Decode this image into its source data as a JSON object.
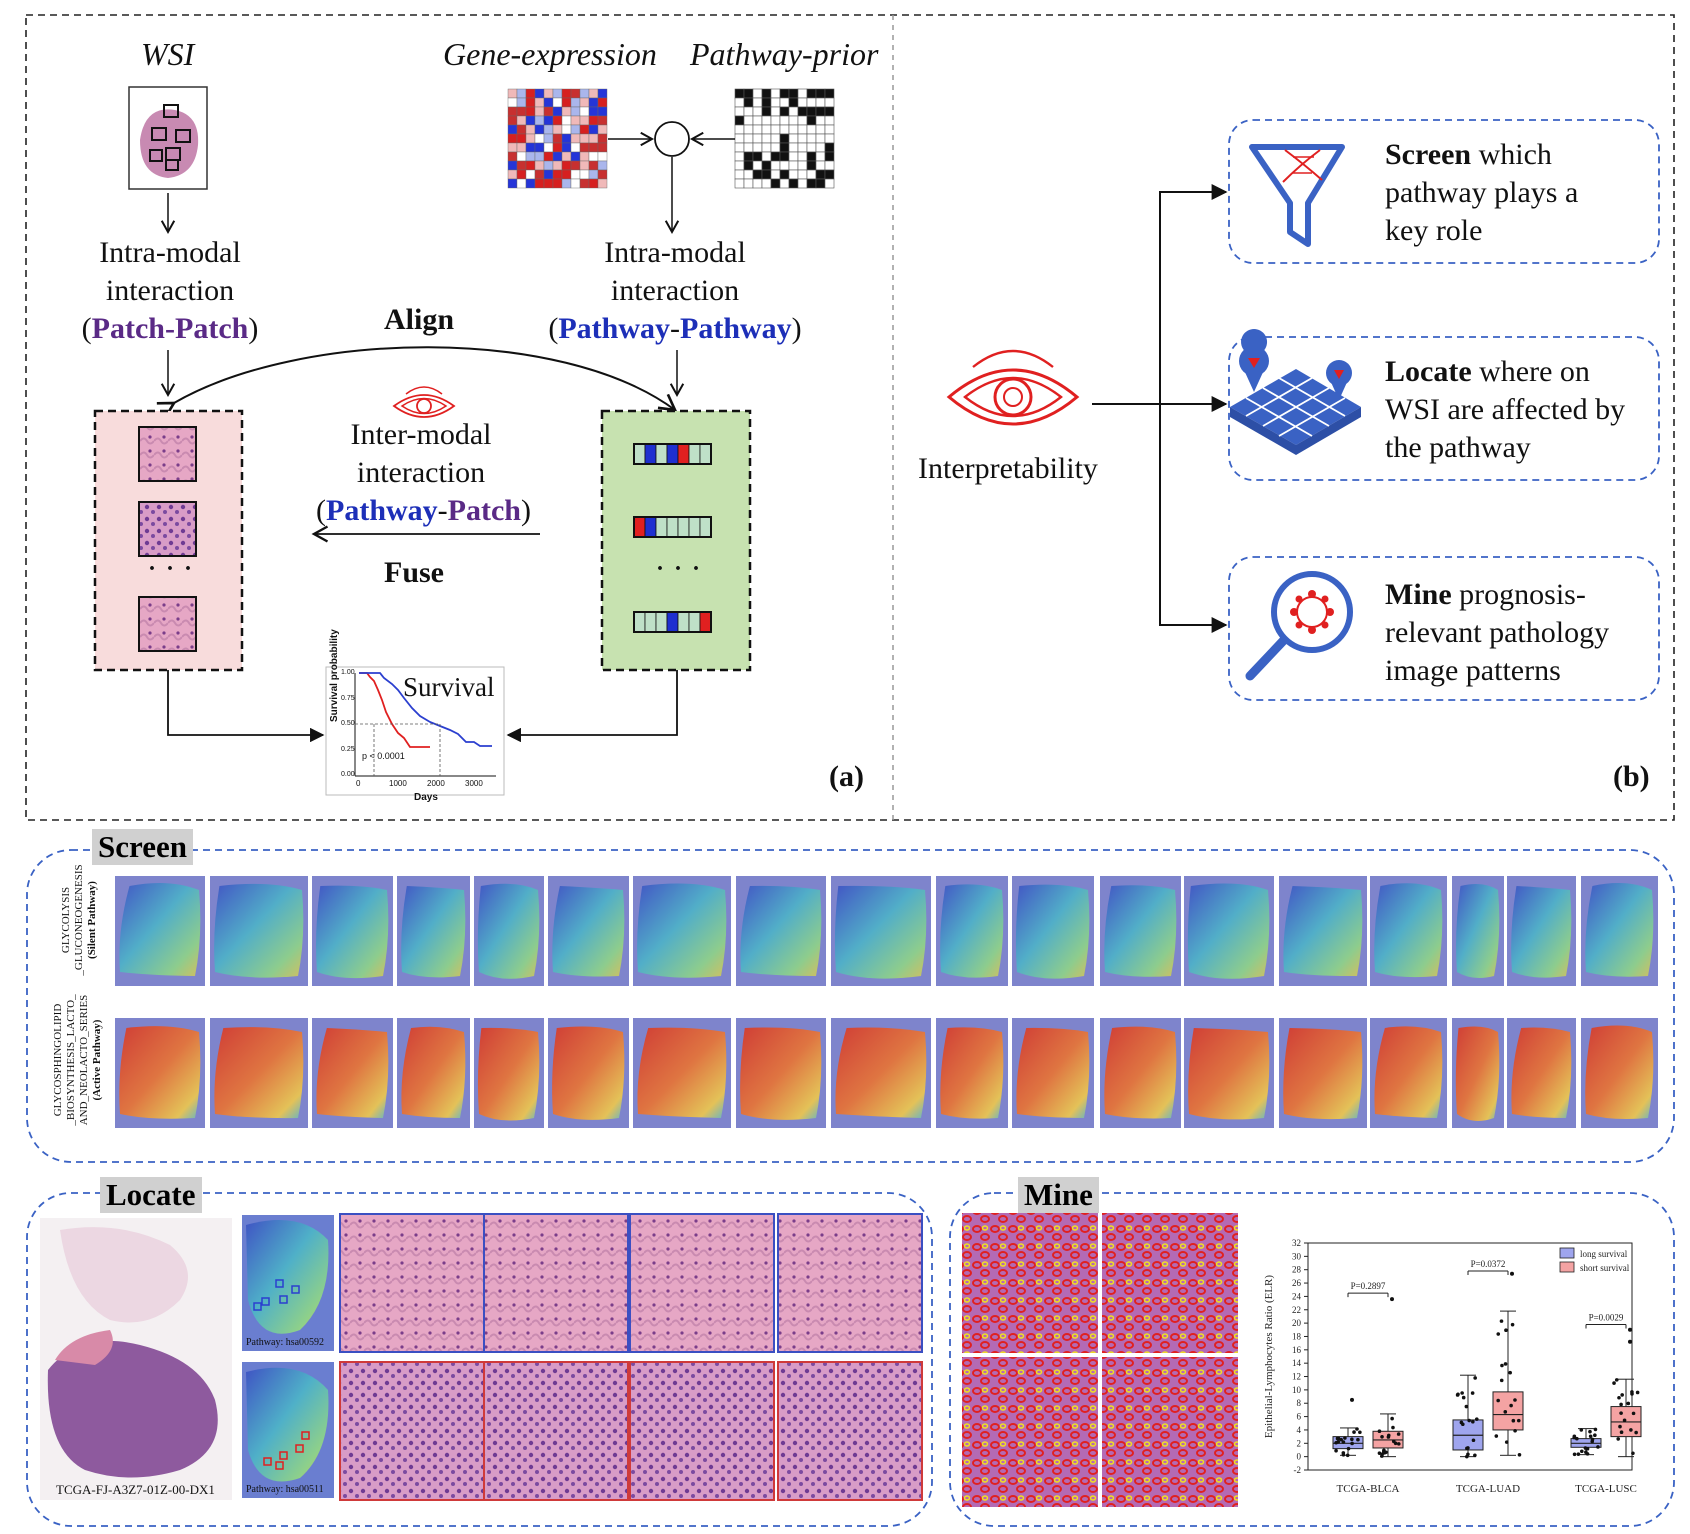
{
  "panel_a": {
    "wsi_label": "WSI",
    "gene_label": "Gene-expression",
    "pathway_label": "Pathway-prior",
    "multiply_symbol": "*",
    "left_intra": {
      "line1": "Intra-modal",
      "line2": "interaction",
      "open": "(",
      "part1": "Patch",
      "dash": "-",
      "part2": "Patch",
      "close": ")"
    },
    "right_intra": {
      "line1": "Intra-modal",
      "line2": "interaction",
      "open": "(",
      "part1": "Pathway",
      "dash": "-",
      "part2": "Pathway",
      "close": ")"
    },
    "align_label": "Align",
    "inter": {
      "line1": "Inter-modal",
      "line2": "interaction",
      "open": "(",
      "part1": "Pathway",
      "dash": "-",
      "part2": "Patch",
      "close": ")"
    },
    "fuse_label": "Fuse",
    "dots": "· · ·",
    "survival_label": "Survival",
    "km_plot": {
      "ylabel": "Survival probability",
      "xlabel": "Days",
      "yticks": [
        "0.00",
        "0.25",
        "0.50",
        "0.75",
        "1.00"
      ],
      "xticks": [
        "0",
        "1000",
        "2000",
        "3000"
      ],
      "pvalue": "p < 0.0001"
    },
    "panel_tag": "(a)"
  },
  "panel_b": {
    "interpretability": "Interpretability",
    "screen": {
      "bold": "Screen",
      "line1": " which",
      "line2": "pathway plays a",
      "line3": "key role"
    },
    "locate": {
      "bold": "Locate",
      "line1": " where on",
      "line2": "WSI are affected by",
      "line3": "the pathway"
    },
    "mine": {
      "bold": "Mine",
      "line1": " prognosis-",
      "line2": "relevant pathology",
      "line3": "image patterns"
    },
    "panel_tag": "(b)"
  },
  "screen_section": {
    "tag": "Screen",
    "row1_label": {
      "line1": "GLYCOLYSIS",
      "line2": "_GLUCONEOGENESIS",
      "line3": "(Silent Pathway)"
    },
    "row2_label": {
      "line1": "GLYCOSPHINGOLIPID",
      "line2": "_BIOSYNTHESIS_LACTO_",
      "line3": "AND_NEOLACTO_SERIES",
      "line4": "(Active Pathway)"
    }
  },
  "locate_section": {
    "tag": "Locate",
    "slide_id": "TCGA-FJ-A3Z7-01Z-00-DX1",
    "pathway_top": "Pathway: hsa00592",
    "pathway_bottom": "Pathway: hsa00511"
  },
  "mine_section": {
    "tag": "Mine",
    "chart_data": {
      "type": "box",
      "ylabel": "Epithelial-Lymphocytes Ratio (ELR)",
      "ylim": [
        -2,
        32
      ],
      "yticks": [
        "-2",
        "0",
        "2",
        "4",
        "6",
        "8",
        "10",
        "12",
        "14",
        "16",
        "18",
        "20",
        "22",
        "24",
        "26",
        "28",
        "30",
        "32"
      ],
      "categories": [
        "TCGA-BLCA",
        "TCGA-LUAD",
        "TCGA-LUSC"
      ],
      "legend": [
        "long survival",
        "short survival"
      ],
      "legend_position": "top-right",
      "pvalues": [
        "P=0.2897",
        "P=0.0372",
        "P=0.0029"
      ],
      "series": [
        {
          "name": "long survival",
          "color": "#9fa5ee",
          "boxes": [
            {
              "min": 0.2,
              "q1": 1.2,
              "median": 2.0,
              "q3": 3.0,
              "max": 4.3
            },
            {
              "min": 0.0,
              "q1": 1.0,
              "median": 3.2,
              "q3": 5.5,
              "max": 12.2
            },
            {
              "min": 0.3,
              "q1": 1.4,
              "median": 2.0,
              "q3": 2.7,
              "max": 4.2
            }
          ],
          "outliers": [
            [
              8.5
            ],
            [],
            []
          ]
        },
        {
          "name": "short survival",
          "color": "#f4a3a3",
          "boxes": [
            {
              "min": 0.0,
              "q1": 1.3,
              "median": 2.5,
              "q3": 3.8,
              "max": 6.4
            },
            {
              "min": 0.2,
              "q1": 4.0,
              "median": 6.3,
              "q3": 9.7,
              "max": 21.8
            },
            {
              "min": 0.0,
              "q1": 3.0,
              "median": 5.2,
              "q3": 7.5,
              "max": 11.6
            }
          ],
          "outliers": [
            [
              23.6
            ],
            [
              27.4
            ],
            [
              17.2,
              19.0
            ]
          ]
        }
      ]
    }
  },
  "colors": {
    "blue_dash": "#3a62c4",
    "purple": "#5a2a86",
    "blue_text": "#1d2fb8",
    "pink_box": "#f8dcdc",
    "green_box": "#c7e2b0",
    "eye_red": "#e02020",
    "icon_blue": "#3a62c4"
  }
}
